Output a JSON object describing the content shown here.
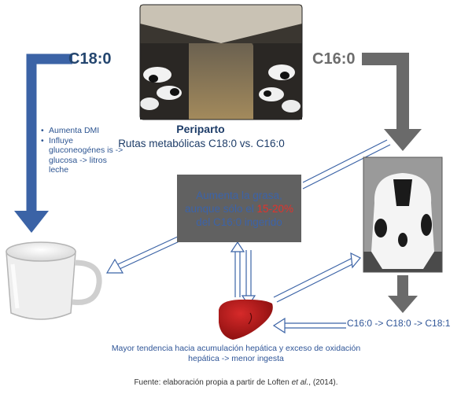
{
  "diagram": {
    "left_label": "C18:0",
    "right_label": "C16:0",
    "title_bold": "Periparto",
    "title_sub": "Rutas metabólicas C18:0 vs. C16:0",
    "effects": [
      "Aumenta DMI",
      "Influye gluconeogénes is -> glucosa -> litros leche"
    ],
    "center_box": {
      "part1": "Aumenta la grasa, aunque sólo el ",
      "highlight": "15-20%",
      "part2": " del C16:0 ingerido"
    },
    "pathway": "C16:0 -> C18:0 -> C18:1",
    "liver_note": "Mayor tendencia hacia acumulación hepática y exceso de oxidación hepática -> menor ingesta"
  },
  "source": {
    "prefix": "Fuente: elaboración propia a partir de Loften ",
    "etal": "et al.",
    "suffix": ", (2014)."
  },
  "colors": {
    "blue_arrow": "#3b63a6",
    "gray_arrow": "#6a6a6a",
    "highlight_red": "#e2322b",
    "text_blue": "#2f5597"
  }
}
